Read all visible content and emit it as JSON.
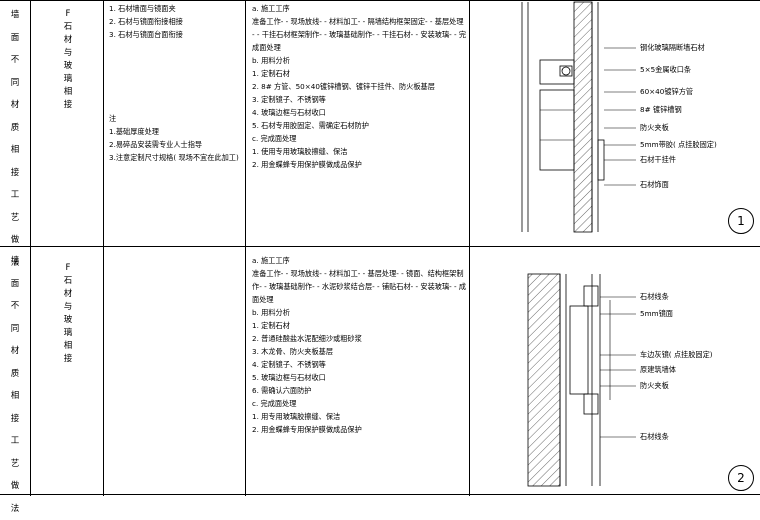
{
  "row1": {
    "category": [
      "墙",
      "面",
      "不",
      "同",
      "材",
      "质",
      "相",
      "接",
      "工",
      "艺",
      "做",
      "法"
    ],
    "code": [
      "F",
      "石",
      "材",
      "与",
      "玻",
      "璃",
      "相",
      "接"
    ],
    "notes_top": [
      "1. 石材墙面与镜面夹",
      "2. 石材与镜面衔接相接",
      "3. 石材与镜面台面衔接"
    ],
    "notes_bottom_title": "注",
    "notes_bottom": [
      "1.基础厚度处理",
      "2.易碎品安装需专业人士指导",
      "3.注意定制尺寸规格( 现场不宜在此加工)"
    ],
    "process": [
      "a. 施工工序",
      "准备工作- - 现场放线- - 材料加工- - 隔墙结构框架固定- - 基层处理",
      "- - 干挂石材框架制作- - 玻璃基础制作- - 干挂石材- - 安装玻璃- - 完",
      "成面处理",
      "b. 用料分析",
      "1. 定制石材",
      "2. 8# 方管、50×40镀锌槽钢、镀锌干挂件、防火板基层",
      "3. 定制镜子、不锈钢等",
      "4. 玻璃边框与石材收口",
      "5. 石材专用胶固定、需确定石材防护",
      "c. 完成面处理",
      "1. 使用专用玻璃胶擦缝、保洁",
      "2. 用金蝶蜂专用保护膜做成品保护"
    ],
    "labels": [
      "钢化玻璃隔断墙石材",
      "5×5金属收口条",
      "60×40镀锌方管",
      "8# 镀锌槽钢",
      "防火夹板",
      "5mm带胶( 点挂胶固定)",
      "石材干挂件",
      "石材饰面"
    ],
    "circle": "1"
  },
  "row2": {
    "category": [
      "墙",
      "面",
      "不",
      "同",
      "材",
      "质",
      "相",
      "接",
      "工",
      "艺",
      "做",
      "法"
    ],
    "code": [
      "F",
      "石",
      "材",
      "与",
      "玻",
      "璃",
      "相",
      "接"
    ],
    "process": [
      "a. 施工工序",
      "准备工作- - 现场放线- - 材料加工- - 基层处理- - 镜面、结构框架制",
      "作- - 玻璃基础制作- - 水泥砂浆结合层- - 铺贴石材- - 安装玻璃- - 成",
      "面处理",
      "b. 用料分析",
      "1. 定制石材",
      "2. 普通硅酸盐水泥配细沙或粗砂浆",
      "3. 木龙骨、防火夹板基层",
      "4. 定制镜子、不锈钢等",
      "5. 玻璃边框与石材收口",
      "6. 需确认六面防护",
      "c. 完成面处理",
      "1. 用专用玻璃胶擦缝、保洁",
      "2. 用金蝶蜂专用保护膜做成品保护"
    ],
    "labels": [
      "石材线条",
      "5mm镜面",
      "车边灰镜( 点挂胶固定)",
      "原建筑墙体",
      "防火夹板",
      "石材线条"
    ],
    "circle": "2"
  }
}
